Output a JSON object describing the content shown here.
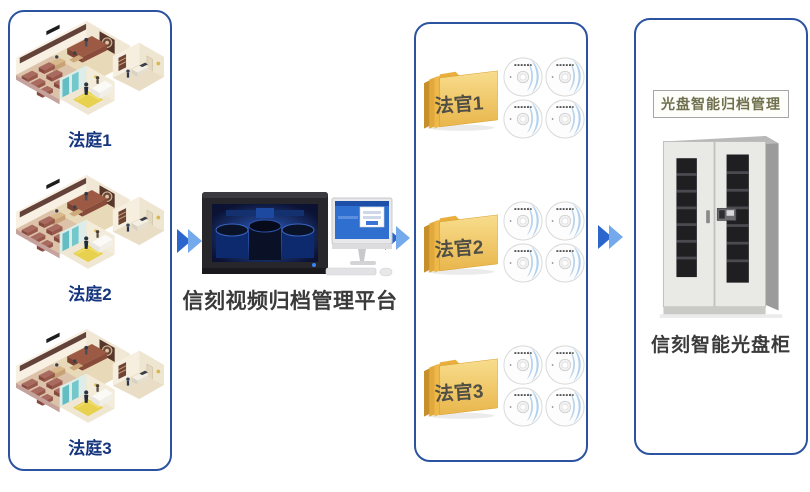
{
  "left_panel": {
    "items": [
      {
        "label": "法庭1"
      },
      {
        "label": "法庭2"
      },
      {
        "label": "法庭3"
      }
    ]
  },
  "platform": {
    "caption": "信刻视频归档管理平台"
  },
  "middle_panel": {
    "groups": [
      {
        "label": "法官1",
        "disc_count": 4
      },
      {
        "label": "法官2",
        "disc_count": 4
      },
      {
        "label": "法官3",
        "disc_count": 4
      }
    ]
  },
  "right_panel": {
    "badge": "光盘智能归档管理",
    "caption": "信刻智能光盘柜"
  },
  "icons": {
    "flow_arrow": "double-chevron-right",
    "courtroom": "isometric-courtroom-illustration",
    "folder": "yellow-folder-stack",
    "disc": "optical-disc",
    "publisher": "disc-publisher-with-monitor",
    "cabinet": "smart-disc-cabinet"
  },
  "colors": {
    "panel_border": "#2b53a0",
    "arrow_dark": "#2a66cc",
    "arrow_light": "#74a9ec",
    "court_label": "#16357f",
    "judge_label": "#514f45",
    "folder_yellow": "#f2c662",
    "badge_text": "#70704e",
    "caption_text": "#3a3a3a"
  }
}
